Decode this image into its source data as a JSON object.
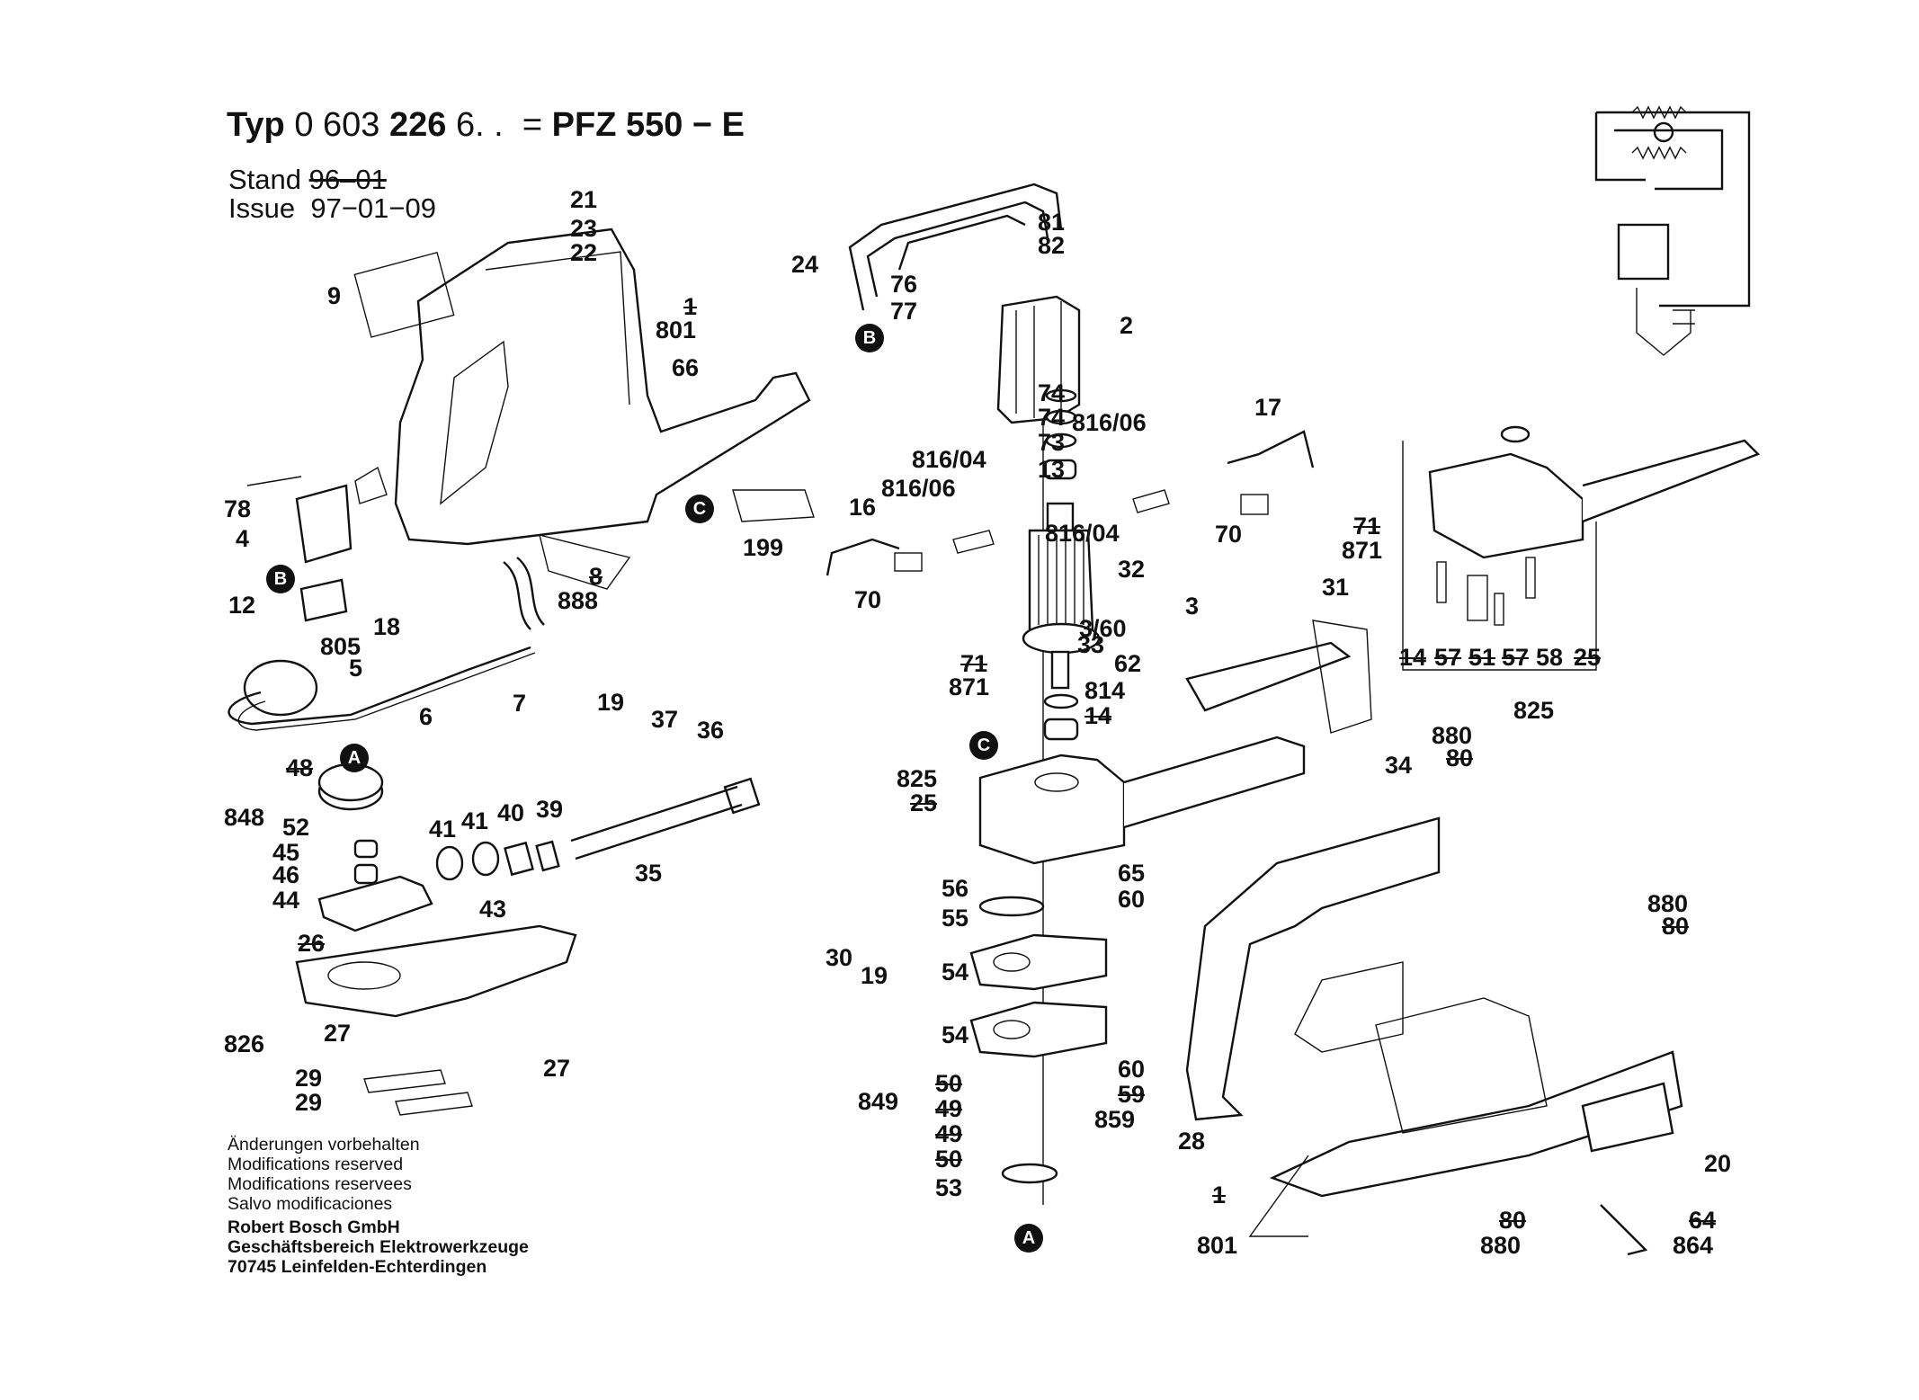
{
  "header": {
    "typ_label": "Typ",
    "typ_number": "0 603",
    "typ_bold": "226",
    "typ_suffix": "6. .",
    "equals": "=",
    "model": "PFZ 550 − E",
    "stand_label": "Stand",
    "stand_value": "96–01",
    "issue_label": "Issue",
    "issue_value": "97−01−09"
  },
  "footer": {
    "lines": [
      "Änderungen vorbehalten",
      "Modifications reserved",
      "Modifications reservees",
      "Salvo modificaciones"
    ],
    "company": [
      "Robert Bosch GmbH",
      "Geschäftsbereich Elektrowerkzeuge",
      "70745 Leinfelden-Echterdingen"
    ]
  },
  "markers": {
    "A": "A",
    "B": "B",
    "C": "C"
  },
  "parts": {
    "p21": "21",
    "p23": "23",
    "p22": "22",
    "p9": "9",
    "p801a": "801",
    "p801a_x": "1",
    "p66": "66",
    "p78": "78",
    "p4": "4",
    "p12": "12",
    "p18": "18",
    "p199": "199",
    "p8": "8",
    "p888": "888",
    "p805": "805",
    "p5": "5",
    "p6": "6",
    "p7": "7",
    "p19a": "19",
    "p37": "37",
    "p36": "36",
    "p35": "35",
    "p41a": "41",
    "p41b": "41",
    "p40": "40",
    "p39": "39",
    "p48": "48",
    "p848": "848",
    "p52": "52",
    "p45": "45",
    "p46": "46",
    "p44": "44",
    "p43": "43",
    "p26": "26",
    "p826": "826",
    "p27a": "27",
    "p27b": "27",
    "p29a": "29",
    "p29b": "29",
    "p24": "24",
    "p76": "76",
    "p77": "77",
    "p81": "81",
    "p82": "82",
    "p2": "2",
    "p74a": "74",
    "p74b": "74",
    "p73": "73",
    "p13": "13",
    "p816_04a": "816/04",
    "p816_06a": "816/06",
    "p16": "16",
    "p816_06b": "816/06",
    "p816_04b": "816/04",
    "p17": "17",
    "p70a": "70",
    "p70b": "70",
    "p71a": "71",
    "p871a": "871",
    "p71b": "71",
    "p871b": "871",
    "p3": "3",
    "p3_60": "3/60",
    "p62": "62",
    "p814": "814",
    "p14a": "14",
    "p32": "32",
    "p33": "33",
    "p31": "31",
    "p34": "34",
    "p825a": "825",
    "p25a": "25",
    "p65": "65",
    "p56": "56",
    "p60a": "60",
    "p55": "55",
    "p30": "30",
    "p19b": "19",
    "p54a": "54",
    "p54b": "54",
    "p60b": "60",
    "p59": "59",
    "p859": "859",
    "p849": "849",
    "p50a": "50",
    "p49a": "49",
    "p49b": "49",
    "p50b": "50",
    "p53": "53",
    "p14b": "14",
    "p57a": "57",
    "p51": "51",
    "p57b": "57",
    "p58": "58",
    "p25b": "25",
    "p825b": "825",
    "p880a": "880",
    "p80a": "80",
    "p880b": "880",
    "p80b": "80",
    "p28": "28",
    "p801b": "801",
    "p801b_x": "1",
    "p80c": "80",
    "p880c": "880",
    "p20": "20",
    "p64": "64",
    "p864": "864"
  }
}
